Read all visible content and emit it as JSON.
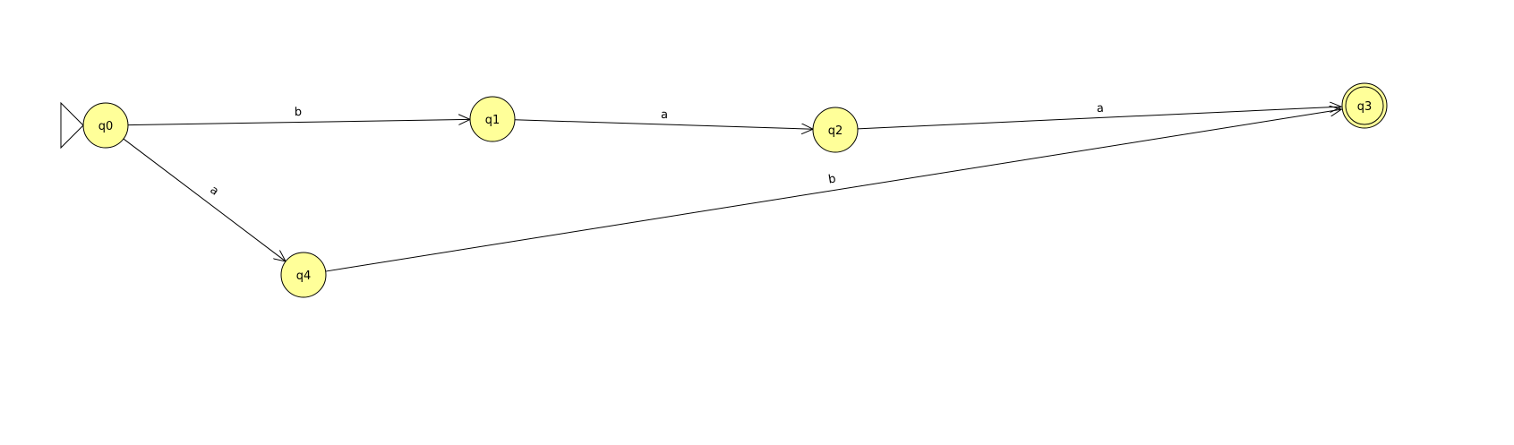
{
  "automaton": {
    "colors": {
      "state_fill": "#ffff99",
      "state_stroke": "#000000",
      "edge": "#000000",
      "background": "#ffffff"
    },
    "initial_state": "q0",
    "accepting_states": [
      "q3"
    ],
    "states": [
      {
        "id": "q0",
        "label": "q0"
      },
      {
        "id": "q1",
        "label": "q1"
      },
      {
        "id": "q2",
        "label": "q2"
      },
      {
        "id": "q3",
        "label": "q3"
      },
      {
        "id": "q4",
        "label": "q4"
      }
    ],
    "transitions": [
      {
        "from": "q0",
        "to": "q1",
        "label": "b"
      },
      {
        "from": "q1",
        "to": "q2",
        "label": "a"
      },
      {
        "from": "q2",
        "to": "q3",
        "label": "a"
      },
      {
        "from": "q0",
        "to": "q4",
        "label": "a"
      },
      {
        "from": "q4",
        "to": "q3",
        "label": "b"
      }
    ]
  }
}
